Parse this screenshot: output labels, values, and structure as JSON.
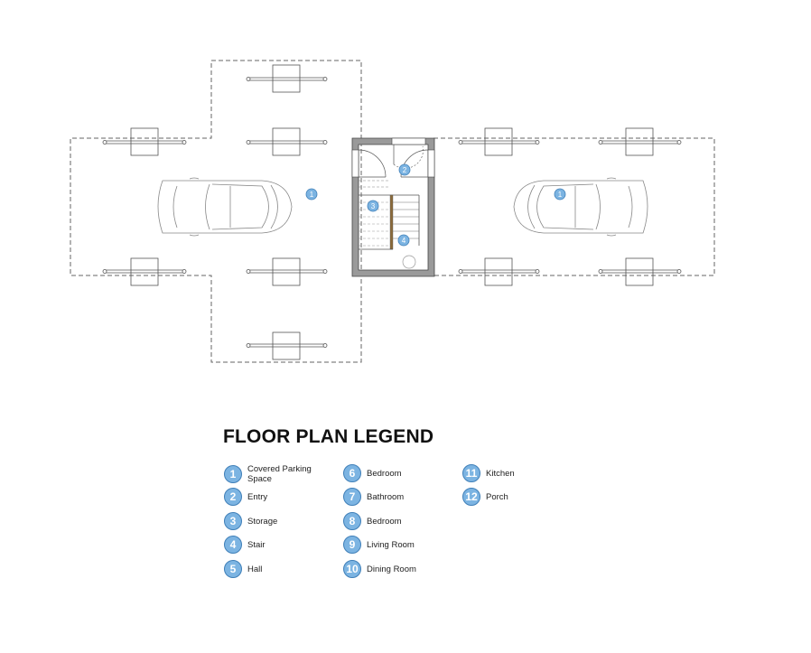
{
  "plan": {
    "markers": [
      {
        "id": "marker-1-left",
        "number": "1"
      },
      {
        "id": "marker-2",
        "number": "2"
      },
      {
        "id": "marker-3",
        "number": "3"
      },
      {
        "id": "marker-4",
        "number": "4"
      },
      {
        "id": "marker-1-right",
        "number": "1"
      }
    ],
    "colors": {
      "line": "#555555",
      "dashed": "#666666",
      "wall_fill": "#9a9a9a",
      "marker_fill": "#7cb4e2",
      "marker_stroke": "#3f7fb8"
    }
  },
  "legend": {
    "title": "FLOOR PLAN LEGEND",
    "items": [
      {
        "number": "1",
        "label": "Covered Parking Space"
      },
      {
        "number": "2",
        "label": "Entry"
      },
      {
        "number": "3",
        "label": "Storage"
      },
      {
        "number": "4",
        "label": "Stair"
      },
      {
        "number": "5",
        "label": "Hall"
      },
      {
        "number": "6",
        "label": "Bedroom"
      },
      {
        "number": "7",
        "label": "Bathroom"
      },
      {
        "number": "8",
        "label": "Bedroom"
      },
      {
        "number": "9",
        "label": "Living Room"
      },
      {
        "number": "10",
        "label": "Dining Room"
      },
      {
        "number": "11",
        "label": "Kitchen"
      },
      {
        "number": "12",
        "label": "Porch"
      }
    ]
  }
}
